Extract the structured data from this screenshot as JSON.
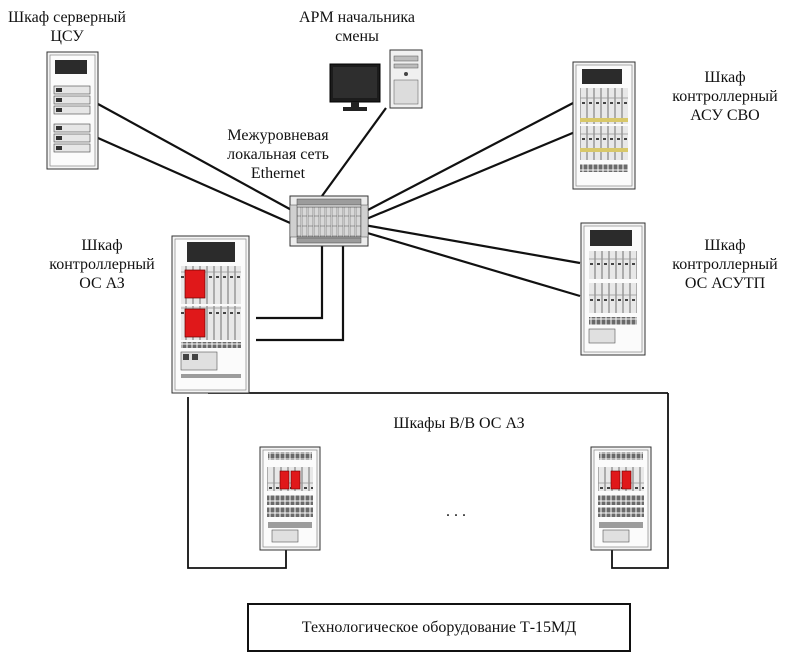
{
  "labels": {
    "server_cabinet": [
      "Шкаф серверный",
      "ЦСУ"
    ],
    "operator_workstation": [
      "АРМ начальника",
      "смены"
    ],
    "network": [
      "Межуровневая",
      "локальная сеть",
      "Ethernet"
    ],
    "cabinet_asu_svo": [
      "Шкаф",
      "контроллерный",
      "АСУ СВО"
    ],
    "cabinet_os_az": [
      "Шкаф",
      "контроллерный",
      "ОС АЗ"
    ],
    "cabinet_os_asutp": [
      "Шкаф",
      "контроллерный",
      "ОС АСУТП"
    ],
    "io_cabinets": "Шкафы В/В ОС АЗ",
    "ellipsis": ". . .",
    "equipment": "Технологическое оборудование Т-15МД"
  },
  "colors": {
    "line": "#111111",
    "cabinet_fill": "#f4f4f4",
    "module_red": "#e0181a",
    "module_grey": "#c9c9c9",
    "panel_dark": "#2b2b2b"
  }
}
